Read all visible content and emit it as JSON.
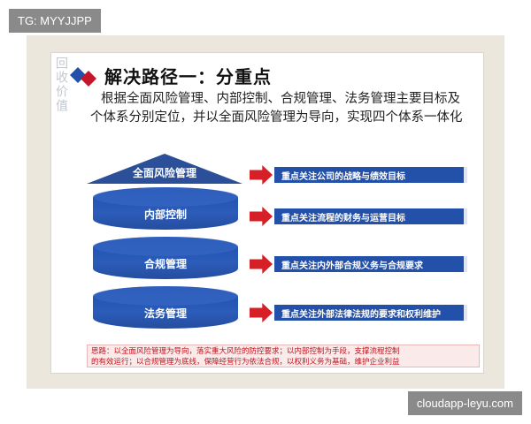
{
  "watermarks": {
    "top_left": "TG: MYYJJPP",
    "bottom_right": "cloudapp-leyu.com"
  },
  "slide": {
    "title": "解决路径一：分重点",
    "intro_line1": "根据全面风险管理、内部控制、合规管理、法务管理主要目标及",
    "intro_line2": "个体系分别定位，并以全面风险管理为导向，实现四个体系一体化",
    "sidebar_text": "回收价值",
    "layers": [
      {
        "label": "全面风险管理",
        "goal": "重点关注公司的战略与绩效目标"
      },
      {
        "label": "内部控制",
        "goal": "重点关注流程的财务与运营目标"
      },
      {
        "label": "合规管理",
        "goal": "重点关注内外部合规义务与合规要求"
      },
      {
        "label": "法务管理",
        "goal": "重点关注外部法律法规的要求和权利维护"
      }
    ],
    "note_line1": "思路：以全面风险管理为导向，落实重大风险的防控要求；以内部控制为手段，支撑流程控制",
    "note_line2": "的有效运行；以合规管理为底线，保障经营行为依法合规，以权利义务为基础，维护企业利益"
  },
  "colors": {
    "blue": "#2350a8",
    "red": "#d61f26",
    "note_text": "#c0141d"
  }
}
